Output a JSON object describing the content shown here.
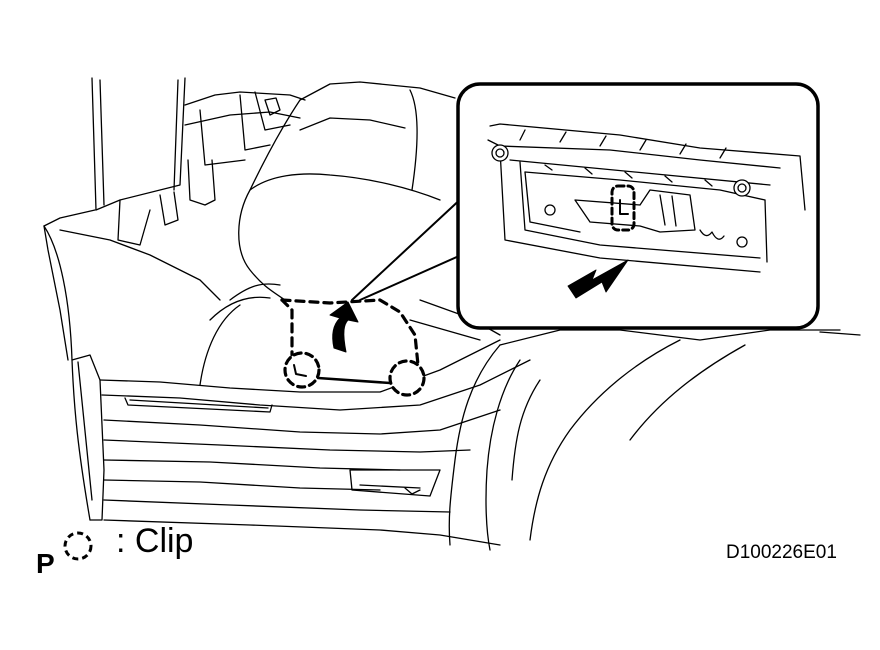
{
  "legend": {
    "prefix": "P",
    "label": ": Clip",
    "icon": "dashed-circle-icon"
  },
  "figure_id": "D100226E01",
  "colors": {
    "line": "#000000",
    "background": "#ffffff"
  }
}
